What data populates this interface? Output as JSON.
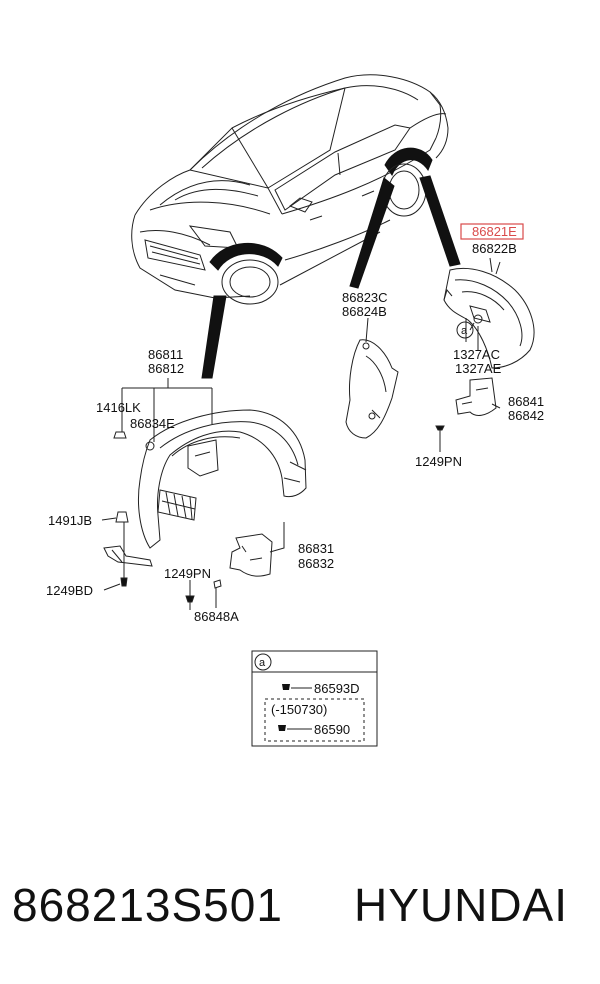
{
  "labels": {
    "p86821E": "86821E",
    "p86822B": "86822B",
    "p86823C": "86823C",
    "p86824B": "86824B",
    "p1327AC": "1327AC",
    "p1327AE": "1327AE",
    "p86841": "86841",
    "p86842": "86842",
    "p1249PN_right": "1249PN",
    "p86811": "86811",
    "p86812": "86812",
    "p1416LK": "1416LK",
    "p86834E": "86834E",
    "p1491JB": "1491JB",
    "p1249BD": "1249BD",
    "p1249PN_left": "1249PN",
    "p86848A": "86848A",
    "p86831": "86831",
    "p86832": "86832"
  },
  "callout": "a",
  "legend": {
    "header": "a",
    "item1": "86593D",
    "note": "(-150730)",
    "item2": "86590"
  },
  "footer": {
    "part_number": "868213S501",
    "brand": "HYUNDAI"
  },
  "colors": {
    "line": "#222222",
    "highlight": "#d94a4a"
  }
}
